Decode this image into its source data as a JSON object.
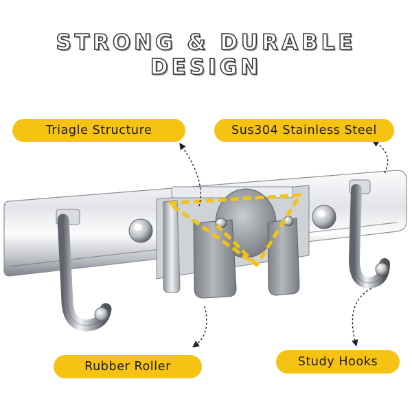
{
  "headline": "STRONG & DURABLE DESIGN",
  "callouts": {
    "triangle_structure": "Triagle Structure",
    "stainless_steel": "Sus304 Stainless Steel",
    "rubber_roller": "Rubber Roller",
    "study_hooks": "Study Hooks"
  },
  "colors": {
    "callout_background": "#f6c314",
    "triangle_outline": "#f2c314",
    "steel_light": "#f4f5f7",
    "steel_dark": "#6e737a",
    "rubber_grip": "#9a9da1"
  }
}
